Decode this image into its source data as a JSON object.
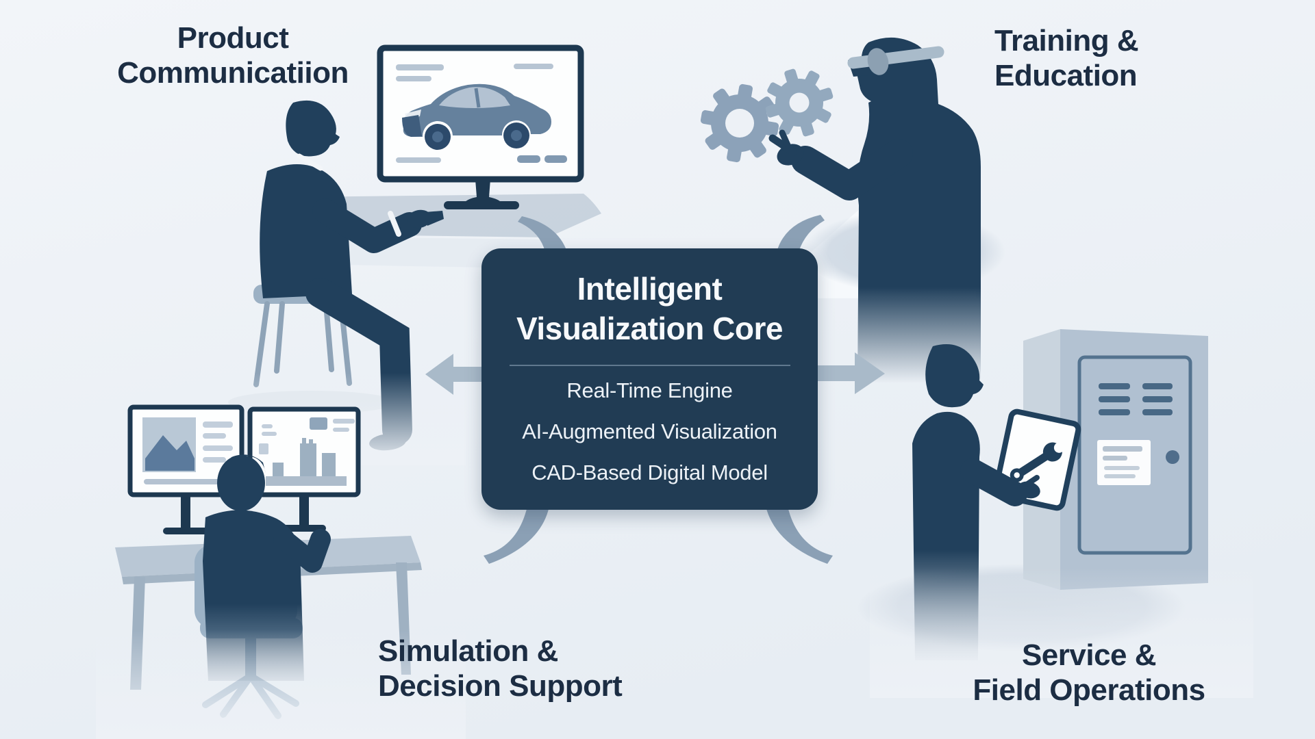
{
  "quadrants": {
    "top_left": {
      "line1": "Product",
      "line2": "Communicatiion"
    },
    "top_right": {
      "line1": "Training &",
      "line2": "Education"
    },
    "bottom_left": {
      "line1": "Simulation &",
      "line2": "Decision Support"
    },
    "bottom_right": {
      "line1": "Service &",
      "line2": "Field Operations"
    }
  },
  "core": {
    "title_line1": "Intelligent",
    "title_line2": "Visualization Core",
    "items": [
      "Real-Time Engine",
      "AI-Augmented Visualization",
      "CAD-Based Digital Model"
    ]
  },
  "scenes": {
    "top_left": {
      "icons": [
        "monitor-icon",
        "car-icon",
        "person-seated-icon",
        "chair-icon",
        "arrow-band-icon"
      ]
    },
    "top_right": {
      "icons": [
        "gear-icon",
        "gear-small-icon",
        "person-vr-headset-icon",
        "pointing-hand-icon"
      ]
    },
    "bottom_left": {
      "icons": [
        "dual-monitor-icon",
        "image-chart-icon",
        "bar-chart-icon",
        "desk-icon",
        "office-chair-icon",
        "person-seated-icon"
      ]
    },
    "bottom_right": {
      "icons": [
        "person-standing-icon",
        "tablet-icon",
        "wrench-icon",
        "server-cabinet-icon"
      ]
    }
  },
  "colors": {
    "background": "#eef1f6",
    "core_box": "#213c54",
    "core_title": "#f7f9fb",
    "divider": "#60798f",
    "label_text": "#1c2d43",
    "silhouette_dark": "#21405c",
    "monitor_frame": "#1d3850",
    "light_furniture": "#9cb1c4",
    "swoosh_band": "#c6d1dc",
    "arrow": "#a9bac9",
    "hook": "#8ba0b5",
    "desk": "#b9c7d5",
    "cabinet_front": "#b3c2d2",
    "cabinet_side": "#c9d4de",
    "gear": "#8ca2b9"
  }
}
